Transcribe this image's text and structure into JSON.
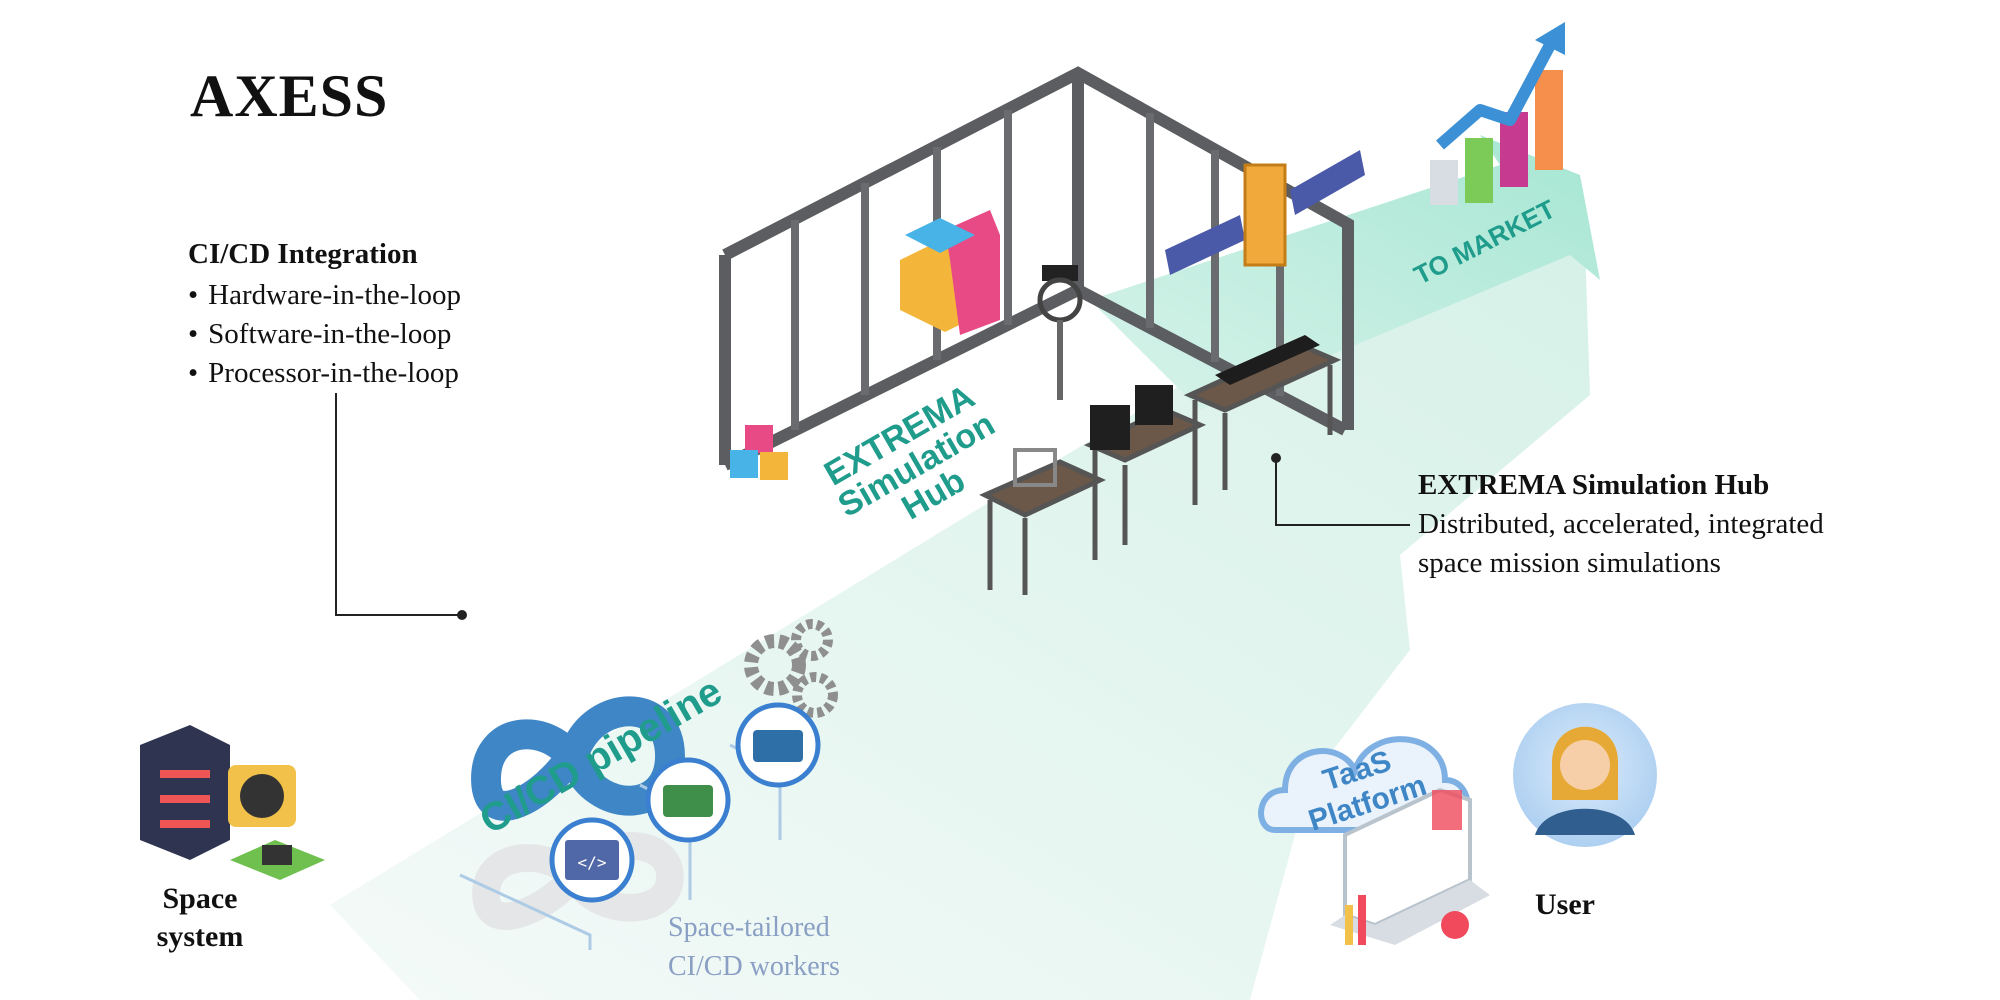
{
  "title": "AXESS",
  "cicd_integration": {
    "heading": "CI/CD Integration",
    "items": [
      "Hardware-in-the-loop",
      "Software-in-the-loop",
      "Processor-in-the-loop"
    ]
  },
  "simulation_hub": {
    "heading": "EXTREMA Simulation Hub",
    "line1": "Distributed, accelerated, integrated",
    "line2": "space mission simulations",
    "floor_label": [
      "EXTREMA",
      "Simulation",
      "Hub"
    ]
  },
  "to_market": "TO MARKET",
  "pipeline_label": "CI/CD pipeline",
  "workers": {
    "line1": "Space-tailored",
    "line2": "CI/CD workers"
  },
  "space_system": {
    "line1": "Space",
    "line2": "system"
  },
  "user": "User",
  "taas": {
    "line1": "TaaS",
    "line2": "Platform"
  },
  "colors": {
    "teal_text": "#1f9c8c",
    "road": "#e3f5ef",
    "arrow": "#9ee3cf",
    "infinity": "#3f86c6",
    "frame": "#5c5d60",
    "worker_text": "#8a9fc4"
  },
  "icons": [
    "server-icon",
    "fan-icon",
    "chip-icon",
    "gears-icon",
    "code-window-icon",
    "circuit-board-icon",
    "cloud-icon",
    "laptop-icon",
    "avatar-icon",
    "satellite-icon",
    "growth-chart-icon",
    "infinity-icon"
  ]
}
